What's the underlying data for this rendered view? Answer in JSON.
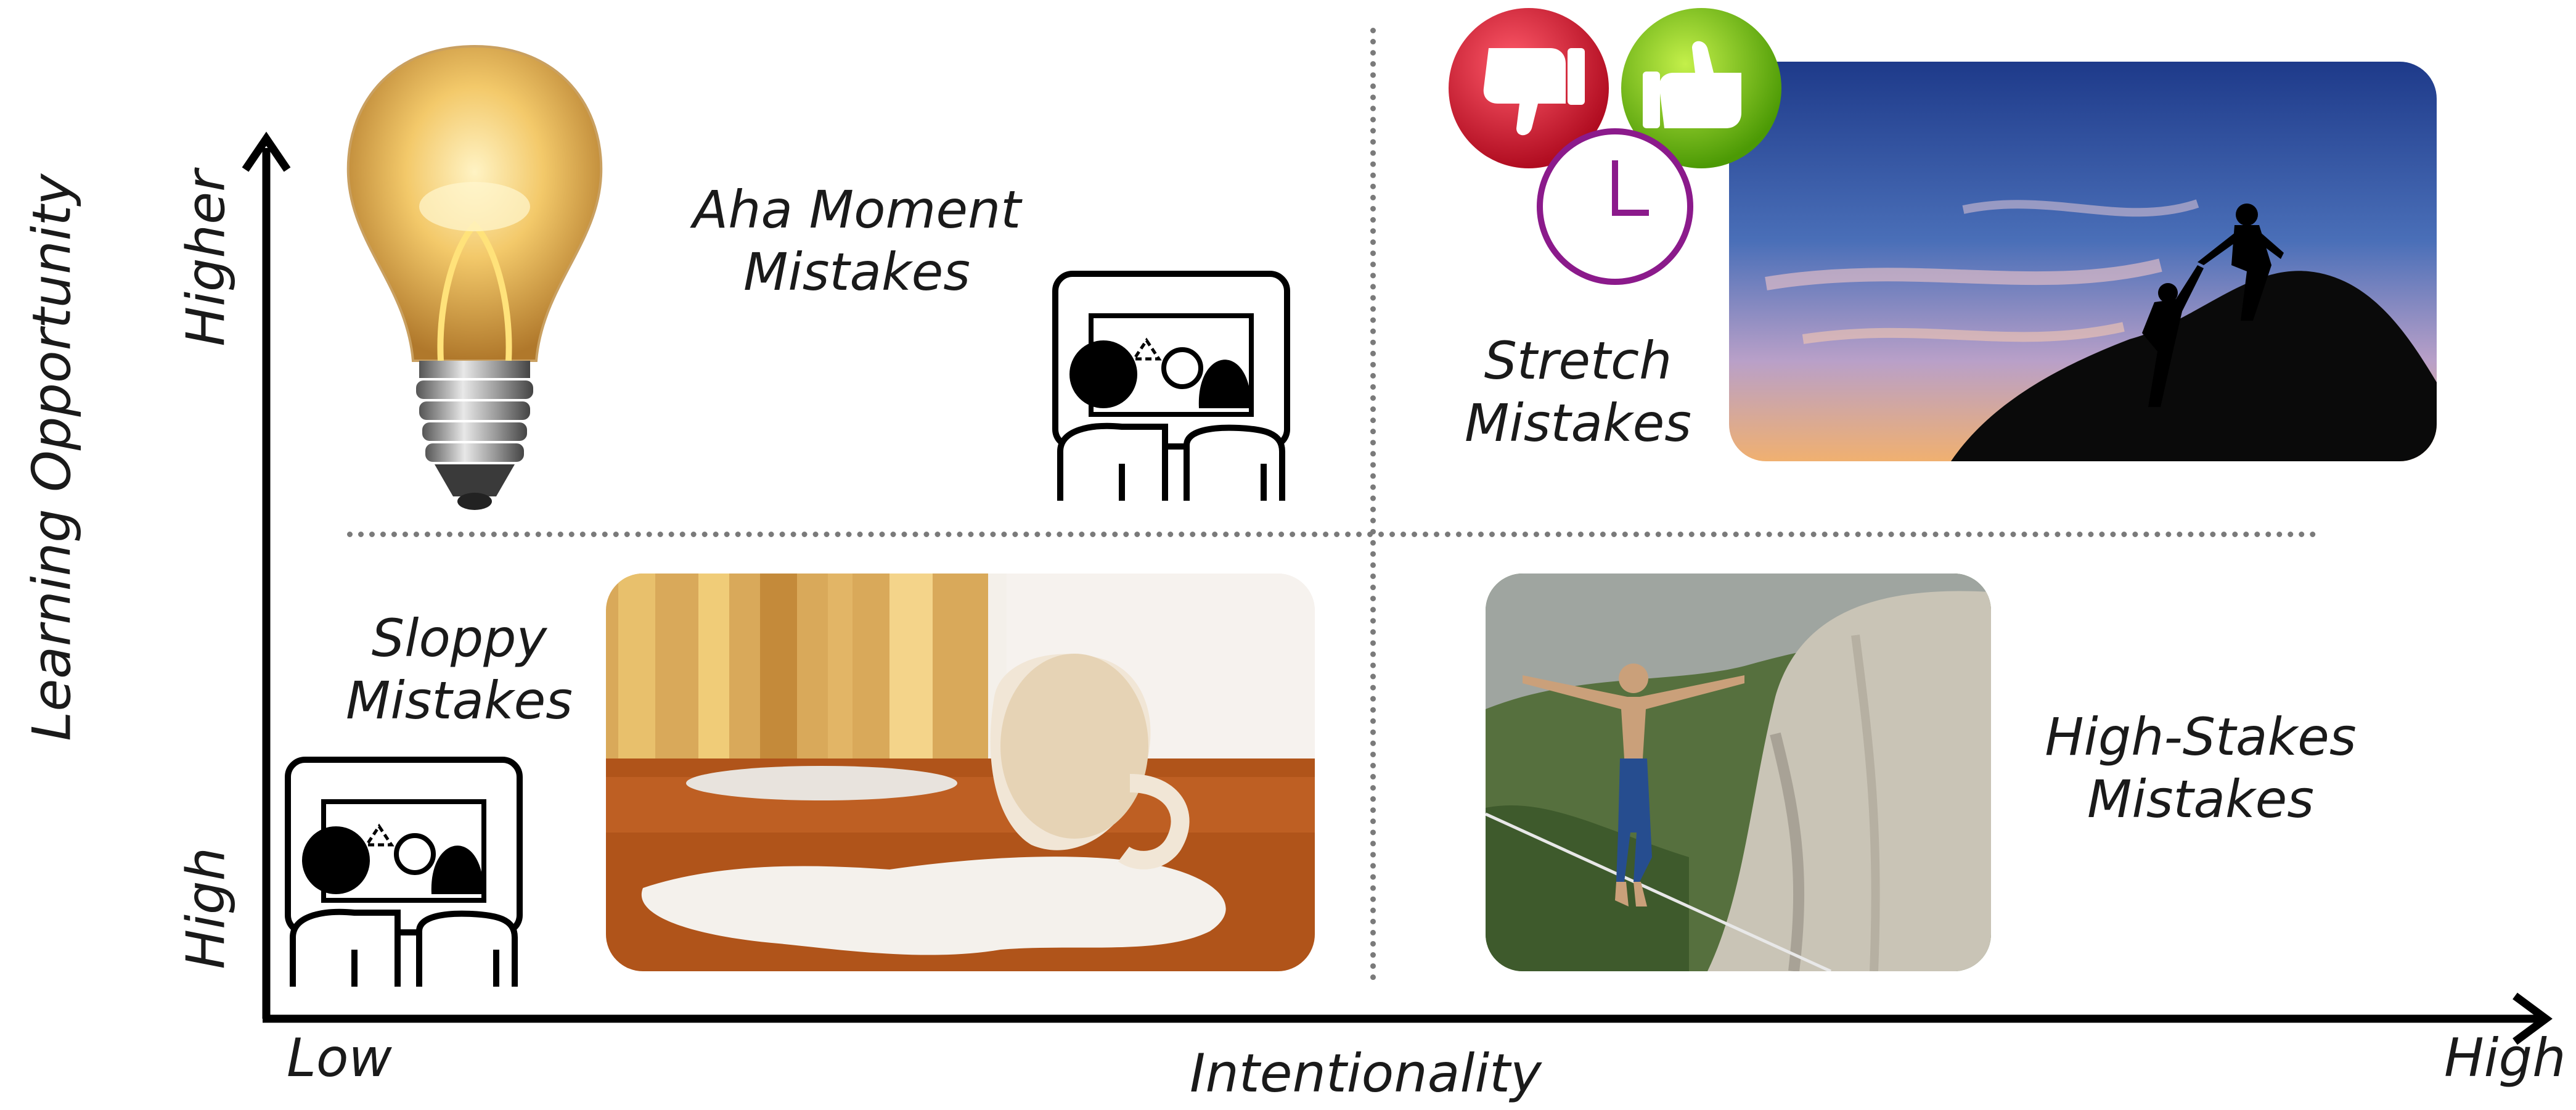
{
  "axes": {
    "x_title": "Intentionality",
    "x_low": "Low",
    "x_high": "High",
    "y_title": "Learning Opportunity",
    "y_low": "High",
    "y_high": "Higher"
  },
  "quadrants": {
    "aha": {
      "line1": "Aha Moment",
      "line2": "Mistakes"
    },
    "stretch": {
      "line1": "Stretch",
      "line2": "Mistakes"
    },
    "sloppy": {
      "line1": "Sloppy",
      "line2": "Mistakes"
    },
    "high_stakes": {
      "line1": "High-Stakes",
      "line2": "Mistakes"
    }
  },
  "icons": {
    "thumbs_down_color": "#e3172d",
    "thumbs_up_color": "#7dc40a",
    "clock_color": "#8b1a8b"
  }
}
